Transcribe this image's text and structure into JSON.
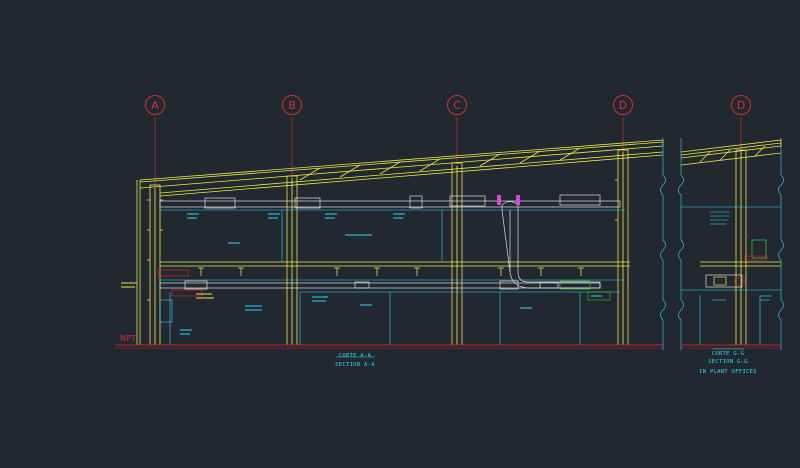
{
  "grid_bubbles": [
    {
      "label": "A"
    },
    {
      "label": "B"
    },
    {
      "label": "C"
    },
    {
      "label": "D"
    },
    {
      "label": "D"
    }
  ],
  "level_label": "NPT",
  "section_a": {
    "title_es": "CORTE A-A",
    "title_en": "SECTION A-A"
  },
  "section_g": {
    "title_es": "CORTE G-G",
    "title_en": "SECTION G-G",
    "subtitle": "IN PLANT OFFICES"
  },
  "colors": {
    "background": "#212830",
    "structure": "#e6e84a",
    "duct": "#e0e0e0",
    "annotation": "#2fd8e8",
    "grid_bubble": "#d0303a",
    "floor_line": "#c8202a",
    "accent": "#e040e0",
    "equipment": "#3ac040"
  }
}
